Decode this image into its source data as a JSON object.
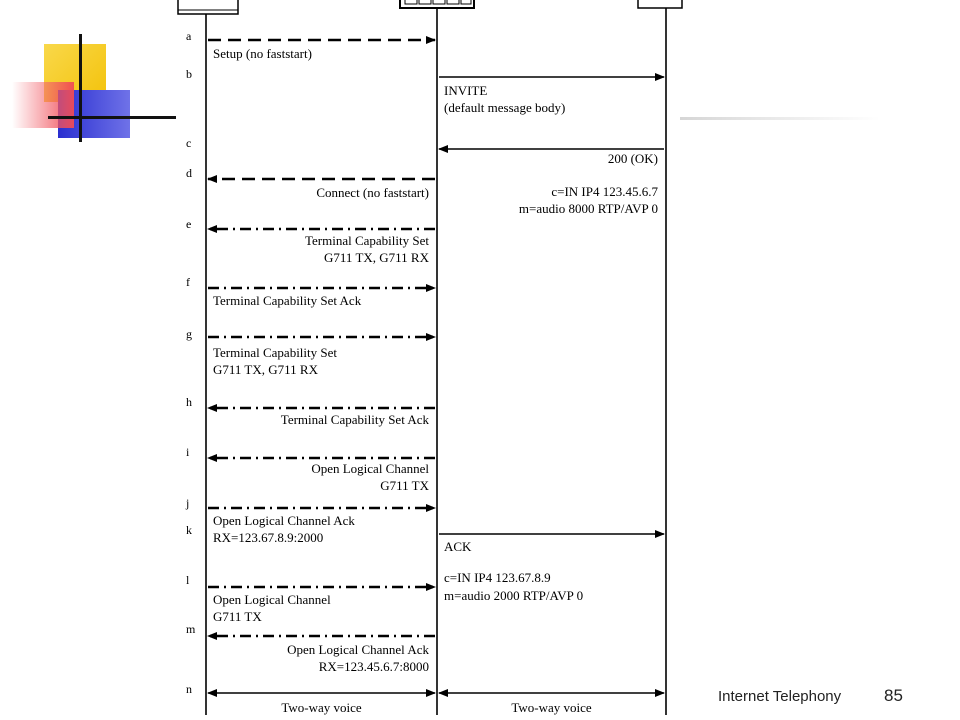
{
  "colors": {
    "accent_yellow": "#f6c91e",
    "accent_red": "#f04a55",
    "accent_blue": "#3c3fd6"
  },
  "footer": {
    "title": "Internet Telephony",
    "page_number": "85"
  },
  "diagram": {
    "step_labels": [
      "a",
      "b",
      "c",
      "d",
      "e",
      "f",
      "g",
      "h",
      "i",
      "j",
      "k",
      "l",
      "m",
      "n"
    ],
    "messages": [
      {
        "id": "a",
        "from": 0,
        "to": 1,
        "style": "dash",
        "lines": [
          "Setup (no faststart)"
        ]
      },
      {
        "id": "b",
        "from": 1,
        "to": 2,
        "style": "solid",
        "lines": [
          "INVITE",
          "(default message body)"
        ]
      },
      {
        "id": "c",
        "from": 2,
        "to": 1,
        "style": "solid",
        "lines": [
          "200 (OK)",
          "",
          "c=IN IP4 123.45.6.7",
          "m=audio 8000 RTP/AVP 0"
        ]
      },
      {
        "id": "d",
        "from": 1,
        "to": 0,
        "style": "dash",
        "lines": [
          "Connect (no faststart)"
        ]
      },
      {
        "id": "e",
        "from": 1,
        "to": 0,
        "style": "dashdot",
        "lines": [
          "Terminal Capability Set",
          "G711 TX, G711 RX"
        ]
      },
      {
        "id": "f",
        "from": 0,
        "to": 1,
        "style": "dashdot",
        "lines": [
          "Terminal Capability Set Ack"
        ]
      },
      {
        "id": "g",
        "from": 0,
        "to": 1,
        "style": "dashdot",
        "lines": [
          "Terminal Capability Set",
          "G711 TX, G711 RX"
        ]
      },
      {
        "id": "h",
        "from": 1,
        "to": 0,
        "style": "dashdot",
        "lines": [
          "Terminal Capability Set Ack"
        ]
      },
      {
        "id": "i",
        "from": 1,
        "to": 0,
        "style": "dashdot",
        "lines": [
          "Open Logical Channel",
          "G711 TX"
        ]
      },
      {
        "id": "j",
        "from": 0,
        "to": 1,
        "style": "dashdot",
        "lines": [
          "Open Logical Channel Ack",
          "RX=123.67.8.9:2000"
        ]
      },
      {
        "id": "k",
        "from": 1,
        "to": 2,
        "style": "solid",
        "lines": [
          "ACK",
          "",
          "c=IN IP4 123.67.8.9",
          "m=audio 2000 RTP/AVP 0"
        ]
      },
      {
        "id": "l",
        "from": 0,
        "to": 1,
        "style": "dashdot",
        "lines": [
          "Open Logical Channel",
          "G711 TX"
        ]
      },
      {
        "id": "m",
        "from": 1,
        "to": 0,
        "style": "dashdot",
        "lines": [
          "Open Logical Channel Ack",
          "RX=123.45.6.7:8000"
        ]
      },
      {
        "id": "n",
        "from": 0,
        "to": 2,
        "style": "both",
        "lines": [
          "Two-way voice",
          "Two-way voice"
        ]
      }
    ]
  }
}
